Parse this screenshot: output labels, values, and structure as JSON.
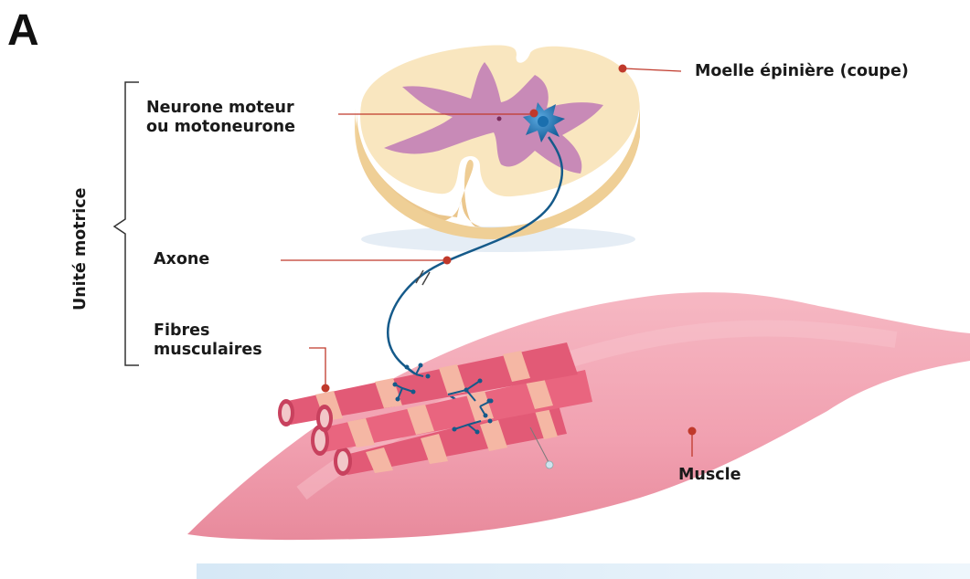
{
  "panel_letter": "A",
  "labels": {
    "spinal_cord": "Moelle épinière (coupe)",
    "motor_neuron_line1": "Neurone moteur",
    "motor_neuron_line2": "ou motoneurone",
    "axon": "Axone",
    "fibers_line1": "Fibres",
    "fibers_line2": "musculaires",
    "muscle": "Muscle",
    "motor_unit": "Unité motrice"
  },
  "colors": {
    "cord_body": "#f7e1b5",
    "grey_matter": "#c98ab6",
    "neuron": "#1f78b4",
    "muscle": "#f1a5b3",
    "fiber": "#e8607a",
    "fiber_band": "#f7c3a8",
    "leader_line": "#c0392b"
  }
}
